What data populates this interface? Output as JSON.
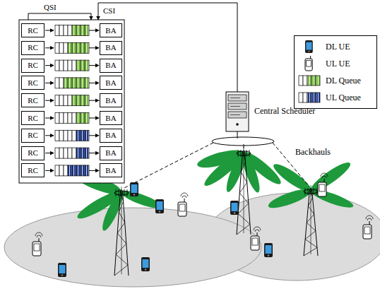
{
  "diagram": {
    "nodes": [
      {
        "text": [
          "RC"
        ]
      },
      {
        "text": [
          "BA"
        ]
      },
      {
        "text": [
          "RC"
        ]
      },
      {
        "text": [
          "BA"
        ]
      },
      {
        "text": [
          "RC"
        ]
      },
      {
        "text": [
          "BA"
        ]
      },
      {
        "text": [
          "RC"
        ]
      },
      {
        "text": [
          "BA"
        ]
      },
      {
        "text": [
          "RC"
        ]
      },
      {
        "text": [
          "BA"
        ]
      },
      {
        "text": [
          "RC"
        ]
      },
      {
        "text": [
          "BA"
        ]
      },
      {
        "text": [
          "RC"
        ]
      },
      {
        "text": [
          "BA"
        ]
      },
      {
        "text": [
          "RC"
        ]
      },
      {
        "text": [
          "BA"
        ]
      },
      {
        "text": [
          "RC"
        ]
      },
      {
        "text": [
          "BA"
        ]
      }
    ],
    "labels": [
      "QSI",
      "CSI",
      "Central Scheduler",
      "Backhauls"
    ],
    "legend": [
      {
        "text": "DL UE"
      },
      {
        "text": "UL UE"
      },
      {
        "text": "DL Queue"
      },
      {
        "text": "UL Queue"
      }
    ]
  }
}
